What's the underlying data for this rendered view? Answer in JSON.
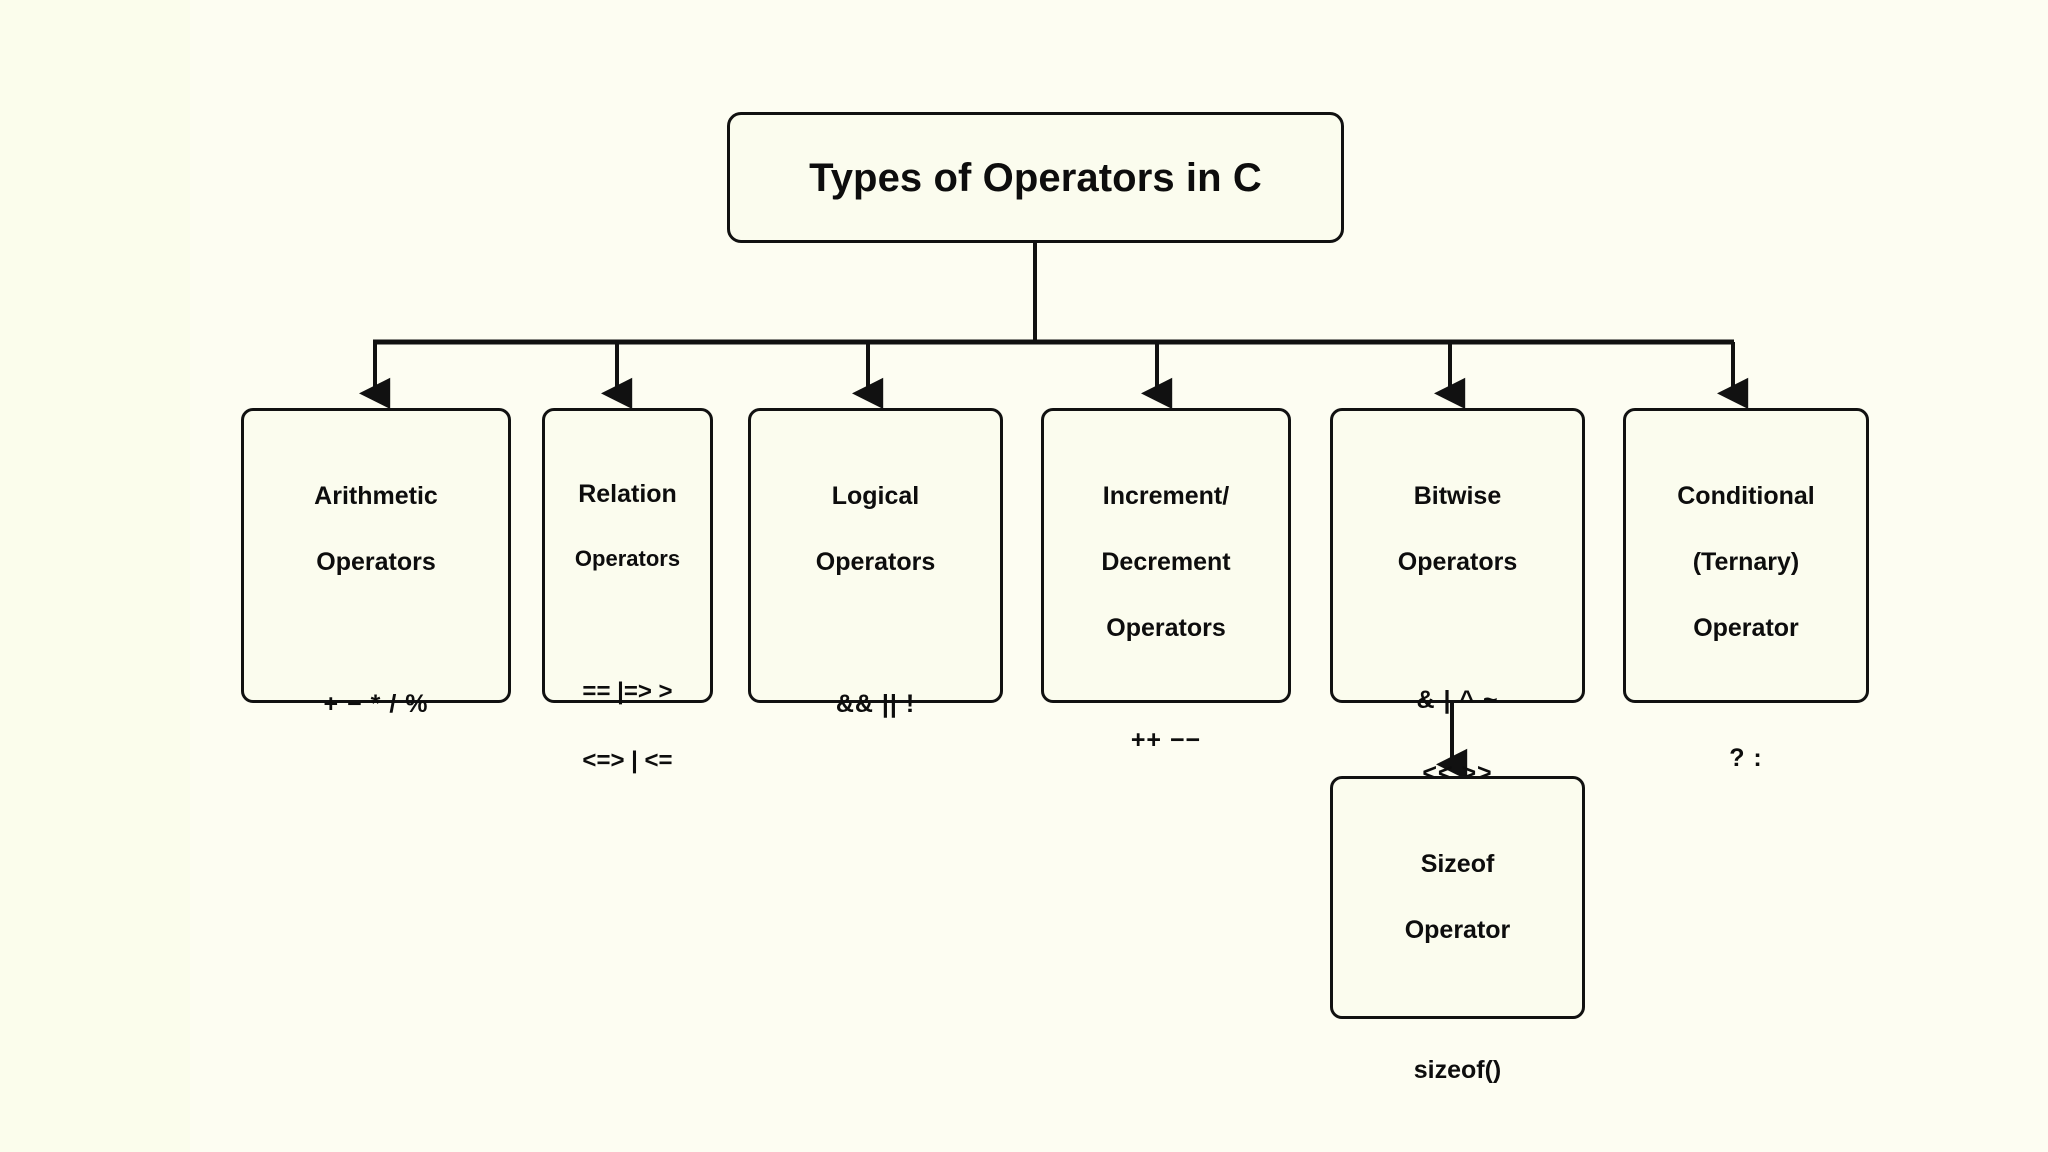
{
  "diagram": {
    "background_color": "#fbfdec",
    "node_fill_color": "#fbfcee",
    "stroke_color": "#111111",
    "root": {
      "label": "Types of Operators in C"
    },
    "nodes": [
      {
        "id": "arithmetic",
        "title_lines": [
          "Arithmetic",
          "Operators"
        ],
        "ops_lines": [
          "+  −  *  /  %"
        ]
      },
      {
        "id": "relation",
        "title_lines": [
          "Relation",
          "Operators"
        ],
        "ops_lines": [
          "==  |=> >",
          "<=>  | <="
        ]
      },
      {
        "id": "logical",
        "title_lines": [
          "Logical",
          "Operators"
        ],
        "ops_lines": [
          "&&   ||   !"
        ]
      },
      {
        "id": "increment-decrement",
        "title_lines": [
          "Increment/",
          "Decrement",
          "Operators"
        ],
        "ops_lines": [
          "++   −−"
        ]
      },
      {
        "id": "bitwise",
        "title_lines": [
          "Bitwise",
          "Operators"
        ],
        "ops_lines": [
          "&  |  ^  ~",
          "<<  >>"
        ]
      },
      {
        "id": "conditional",
        "title_lines": [
          "Conditional",
          "(Ternary)",
          "Operator"
        ],
        "ops_lines": [
          "?  :"
        ]
      },
      {
        "id": "sizeof",
        "title_lines": [
          "Sizeof",
          "Operator"
        ],
        "ops_lines": [
          "sizeof()"
        ]
      }
    ]
  }
}
